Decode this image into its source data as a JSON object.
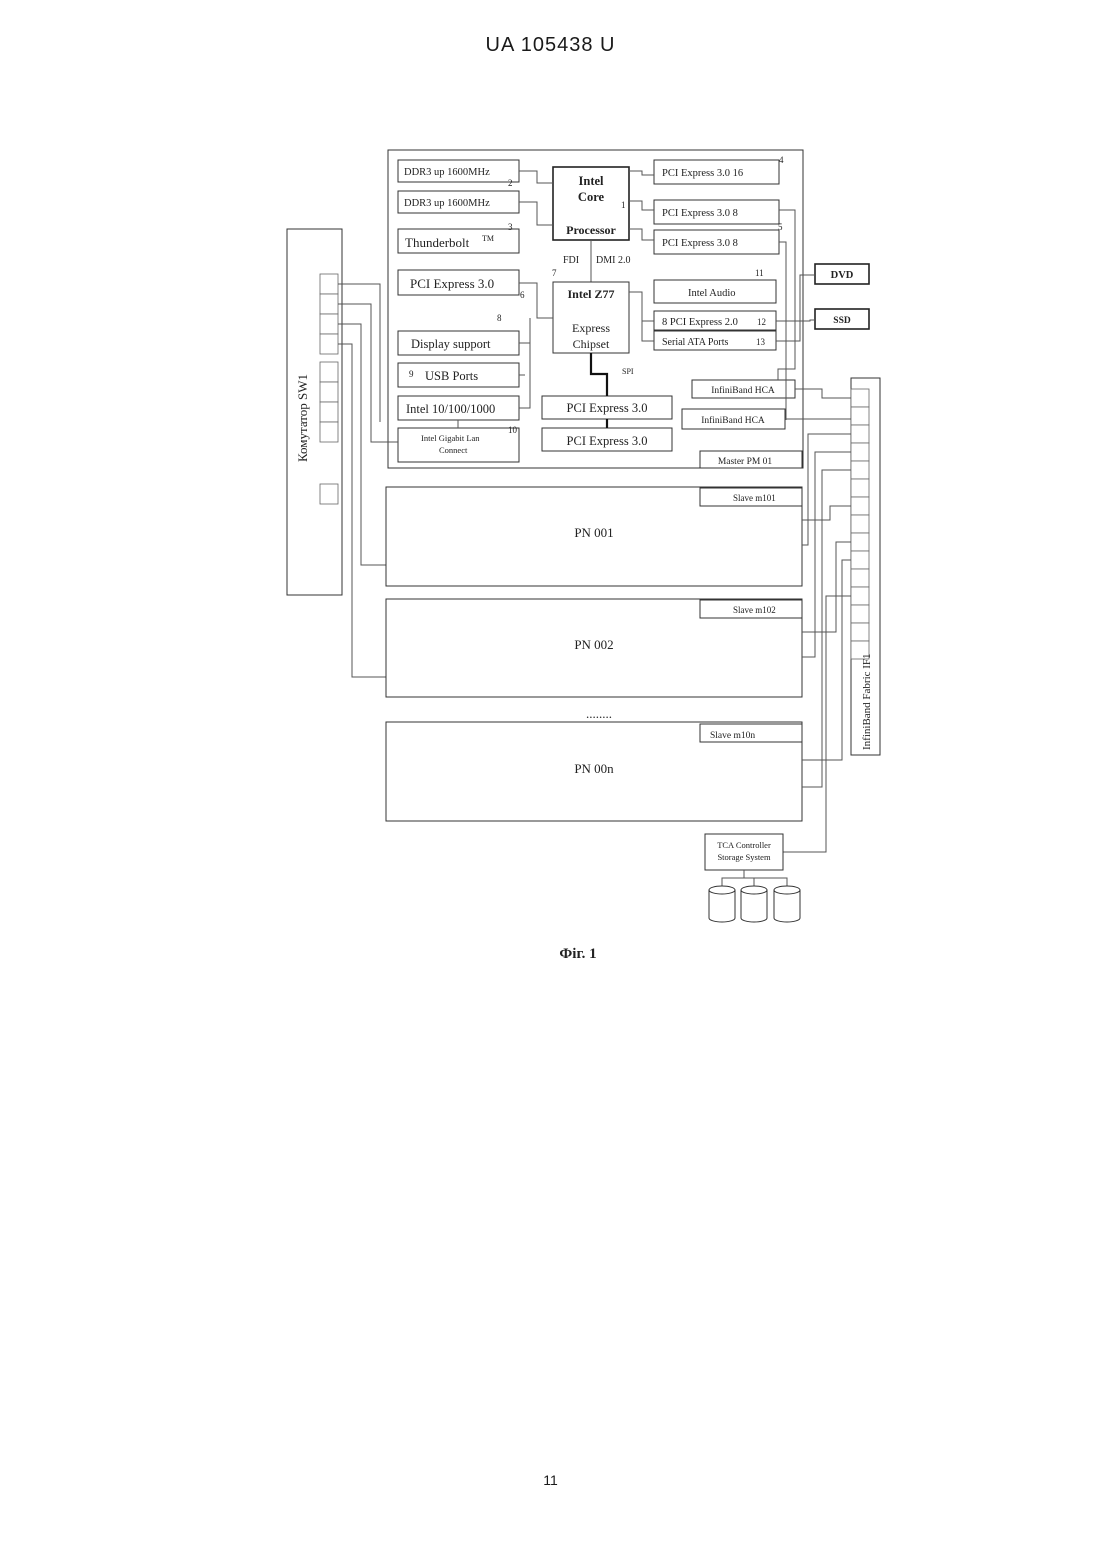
{
  "header": {
    "doc_number": "UA   105438   U"
  },
  "footer": {
    "page_number": "11"
  },
  "figure": {
    "caption": "Фіг. 1"
  },
  "master": {
    "ddr3_a": "DDR3 up 1600MHz",
    "ddr3_b": "DDR3 up 1600MHz",
    "thunderbolt": "Thunderbolt",
    "tm": "TM",
    "pcie_left": "PCI Express 3.0",
    "display": "Display support",
    "usb": "USB Ports",
    "intel_net": "Intel 10/100/1000",
    "gigabit_1": "Intel Gigabit Lan",
    "gigabit_2": "Connect",
    "cpu_1": "Intel",
    "cpu_2": "Core",
    "cpu_3": "Processor",
    "fdi": "FDI",
    "dmi": "DMI 2.0",
    "chipset_1": "Intel Z77",
    "chipset_2": "Express",
    "chipset_3": "Chipset",
    "spi": "SPI",
    "pcie16": "PCI Express 3.0 16",
    "pcie8a": "PCI Express 3.0  8",
    "pcie8b": "PCI Express 3.0  8",
    "audio": "Intel Audio",
    "pcie2": "8 PCI Express 2.0",
    "sata": "Serial ATA Ports",
    "pcie_bottom_1": "PCI Express 3.0",
    "pcie_bottom_2": "PCI Express 3.0",
    "hca_1": "InfiniBand HCA",
    "hca_2": "InfiniBand HCA",
    "master_label": "Master PM 01",
    "n1": "1",
    "n2": "2",
    "n3": "3",
    "n4": "4",
    "n5": "5",
    "n6": "6",
    "n7": "7",
    "n8": "8",
    "n9": "9",
    "n10": "10",
    "n11": "11",
    "n12": "12",
    "n13": "13"
  },
  "external": {
    "dvd": "DVD",
    "ssd": "SSD"
  },
  "switch_left": "Комутатор SW1",
  "switch_right": "InfiniBand Fabric IF1",
  "nodes": [
    {
      "name": "PN 001",
      "slave": "Slave m101"
    },
    {
      "name": "PN 002",
      "slave": "Slave m102"
    },
    {
      "name": "PN 00n",
      "slave": "Slave m10n"
    }
  ],
  "ellipsis": "........",
  "storage": {
    "line1": "TCA Controller",
    "line2": "Storage System"
  }
}
